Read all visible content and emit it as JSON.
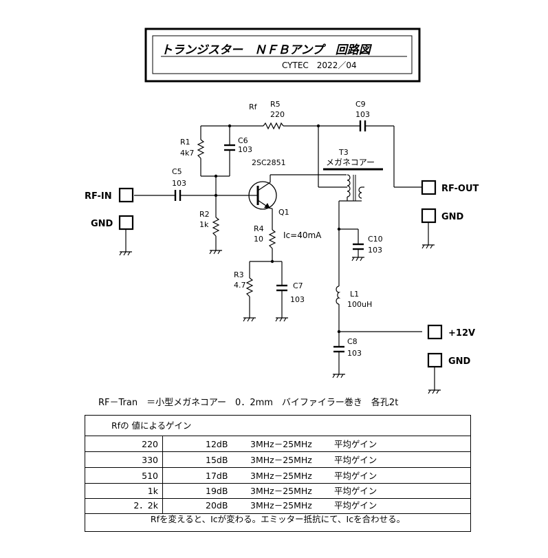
{
  "title": "トランジスター　ＮＦＢアンプ　回路図",
  "subtitle": "CYTEC　2022／04",
  "components": {
    "rf": "Rf",
    "r5": {
      "ref": "R5",
      "value": "220"
    },
    "c9": {
      "ref": "C9",
      "value": "103"
    },
    "r1": {
      "ref": "R1",
      "value": "4k7"
    },
    "c6": {
      "ref": "C6",
      "value": "103"
    },
    "transistor_type": "2SC2851",
    "t3": {
      "ref": "T3",
      "core": "メガネコアー"
    },
    "c5": {
      "ref": "C5",
      "value": "103"
    },
    "r2": {
      "ref": "R2",
      "value": "1k"
    },
    "q1": "Q1",
    "r4": {
      "ref": "R4",
      "value": "10"
    },
    "ic_note": "Ic=40mA",
    "c10": {
      "ref": "C10",
      "value": "103"
    },
    "r3": {
      "ref": "R3",
      "value": "4.7"
    },
    "c7": {
      "ref": "C7",
      "value": "103"
    },
    "l1": {
      "ref": "L1",
      "value": "100uH"
    },
    "c8": {
      "ref": "C8",
      "value": "103"
    }
  },
  "terminals": {
    "rf_in": "RF-IN",
    "gnd_in": "GND",
    "rf_out": "RF-OUT",
    "gnd_out": "GND",
    "vcc": "+12V",
    "gnd_vcc": "GND"
  },
  "winding_note": "RF－Tran　＝小型メガネコアー　0．2mm　バイファイラー巻き　各孔2t",
  "gain_table": {
    "header": "Rfの 値によるゲイン",
    "rows": [
      {
        "rf": "220",
        "gain": "12dB",
        "band": "3MHz－25MHz",
        "label": "平均ゲイン"
      },
      {
        "rf": "330",
        "gain": "15dB",
        "band": "3MHz－25MHz",
        "label": "平均ゲイン"
      },
      {
        "rf": "510",
        "gain": "17dB",
        "band": "3MHz－25MHz",
        "label": "平均ゲイン"
      },
      {
        "rf": "1k",
        "gain": "19dB",
        "band": "3MHz－25MHz",
        "label": "平均ゲイン"
      },
      {
        "rf": "2．2k",
        "gain": "20dB",
        "band": "3MHz－25MHz",
        "label": "平均ゲイン"
      }
    ],
    "note": "Rfを変えると、Icが変わる。エミッター抵抗にて、Icを合わせる。"
  }
}
